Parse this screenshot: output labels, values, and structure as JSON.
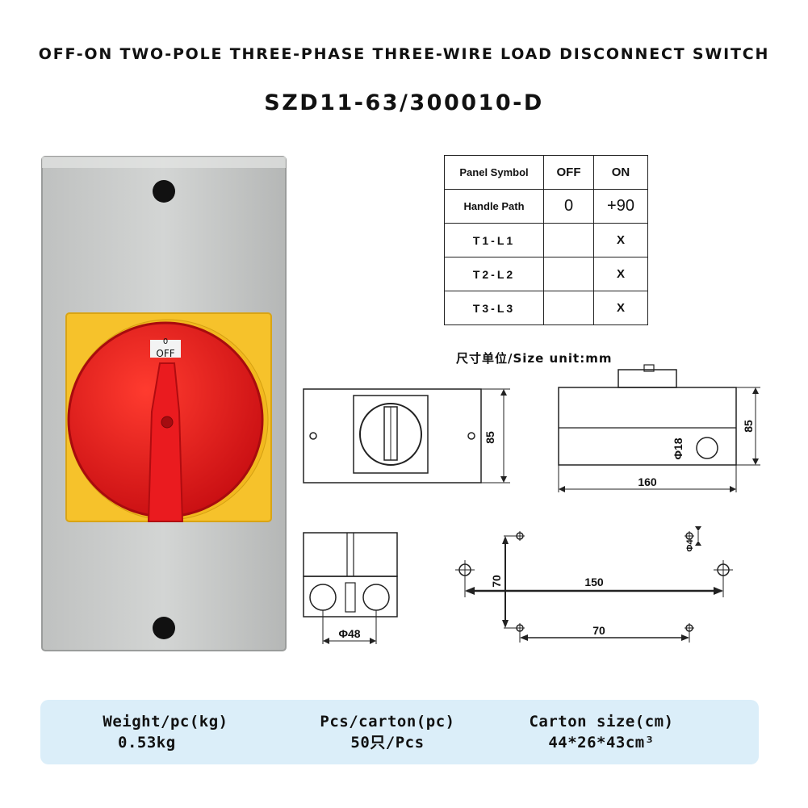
{
  "header": {
    "title": "OFF-ON TWO-POLE THREE-PHASE THREE-WIRE LOAD DISCONNECT SWITCH",
    "model": "SZD11-63/300010-D"
  },
  "product": {
    "knob_label": "OFF",
    "knob_zero": "0"
  },
  "table": {
    "header": [
      "Panel Symbol",
      "OFF",
      "ON"
    ],
    "rows": [
      [
        "Handle Path",
        "0",
        "+90"
      ],
      [
        "T1-L1",
        "",
        "X"
      ],
      [
        "T2-L2",
        "",
        "X"
      ],
      [
        "T3-L3",
        "",
        "X"
      ]
    ]
  },
  "size_unit": "尺寸单位/Size unit:mm",
  "drawings": {
    "front_height": "85",
    "side_height": "85",
    "side_width": "160",
    "hole_diameter": "Φ18",
    "bottom_hole": "Φ48",
    "mount_horizontal": "150",
    "mount_vertical": "70",
    "mount_bottom": "70",
    "mount_hole": "Φ4"
  },
  "footer": {
    "weight_label": "Weight/pc(kg)",
    "weight_value": "0.53kg",
    "pcs_label": "Pcs/carton(pc)",
    "pcs_value": "50只/Pcs",
    "carton_label": "Carton size(cm)",
    "carton_value": "44*26*43cm³"
  },
  "colors": {
    "housing": "#cfd1d0",
    "plate": "#f5c12e",
    "knob": "#e8141b",
    "footer_bg": "#dbeef9"
  }
}
